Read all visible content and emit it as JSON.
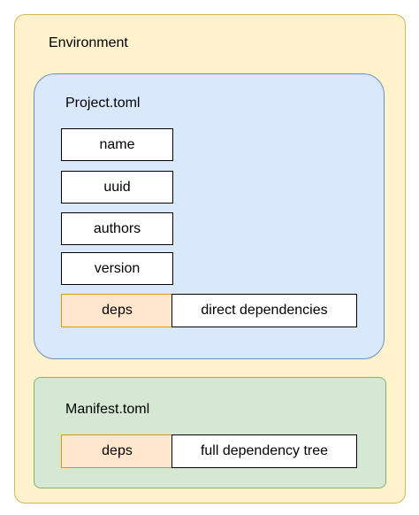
{
  "environment": {
    "title": "Environment"
  },
  "project": {
    "title": "Project.toml",
    "fields": [
      "name",
      "uuid",
      "authors",
      "version"
    ],
    "deps_label": "deps",
    "deps_description": "direct dependencies"
  },
  "manifest": {
    "title": "Manifest.toml",
    "deps_label": "deps",
    "deps_description": "full dependency tree"
  },
  "colors": {
    "environment_fill": "#fff2cc",
    "environment_stroke": "#d6b656",
    "project_fill": "#dae8fc",
    "project_stroke": "#6c8ebf",
    "manifest_fill": "#d5e8d4",
    "manifest_stroke": "#82b366",
    "deps_fill": "#ffe6cc",
    "deps_stroke": "#d79b00"
  }
}
